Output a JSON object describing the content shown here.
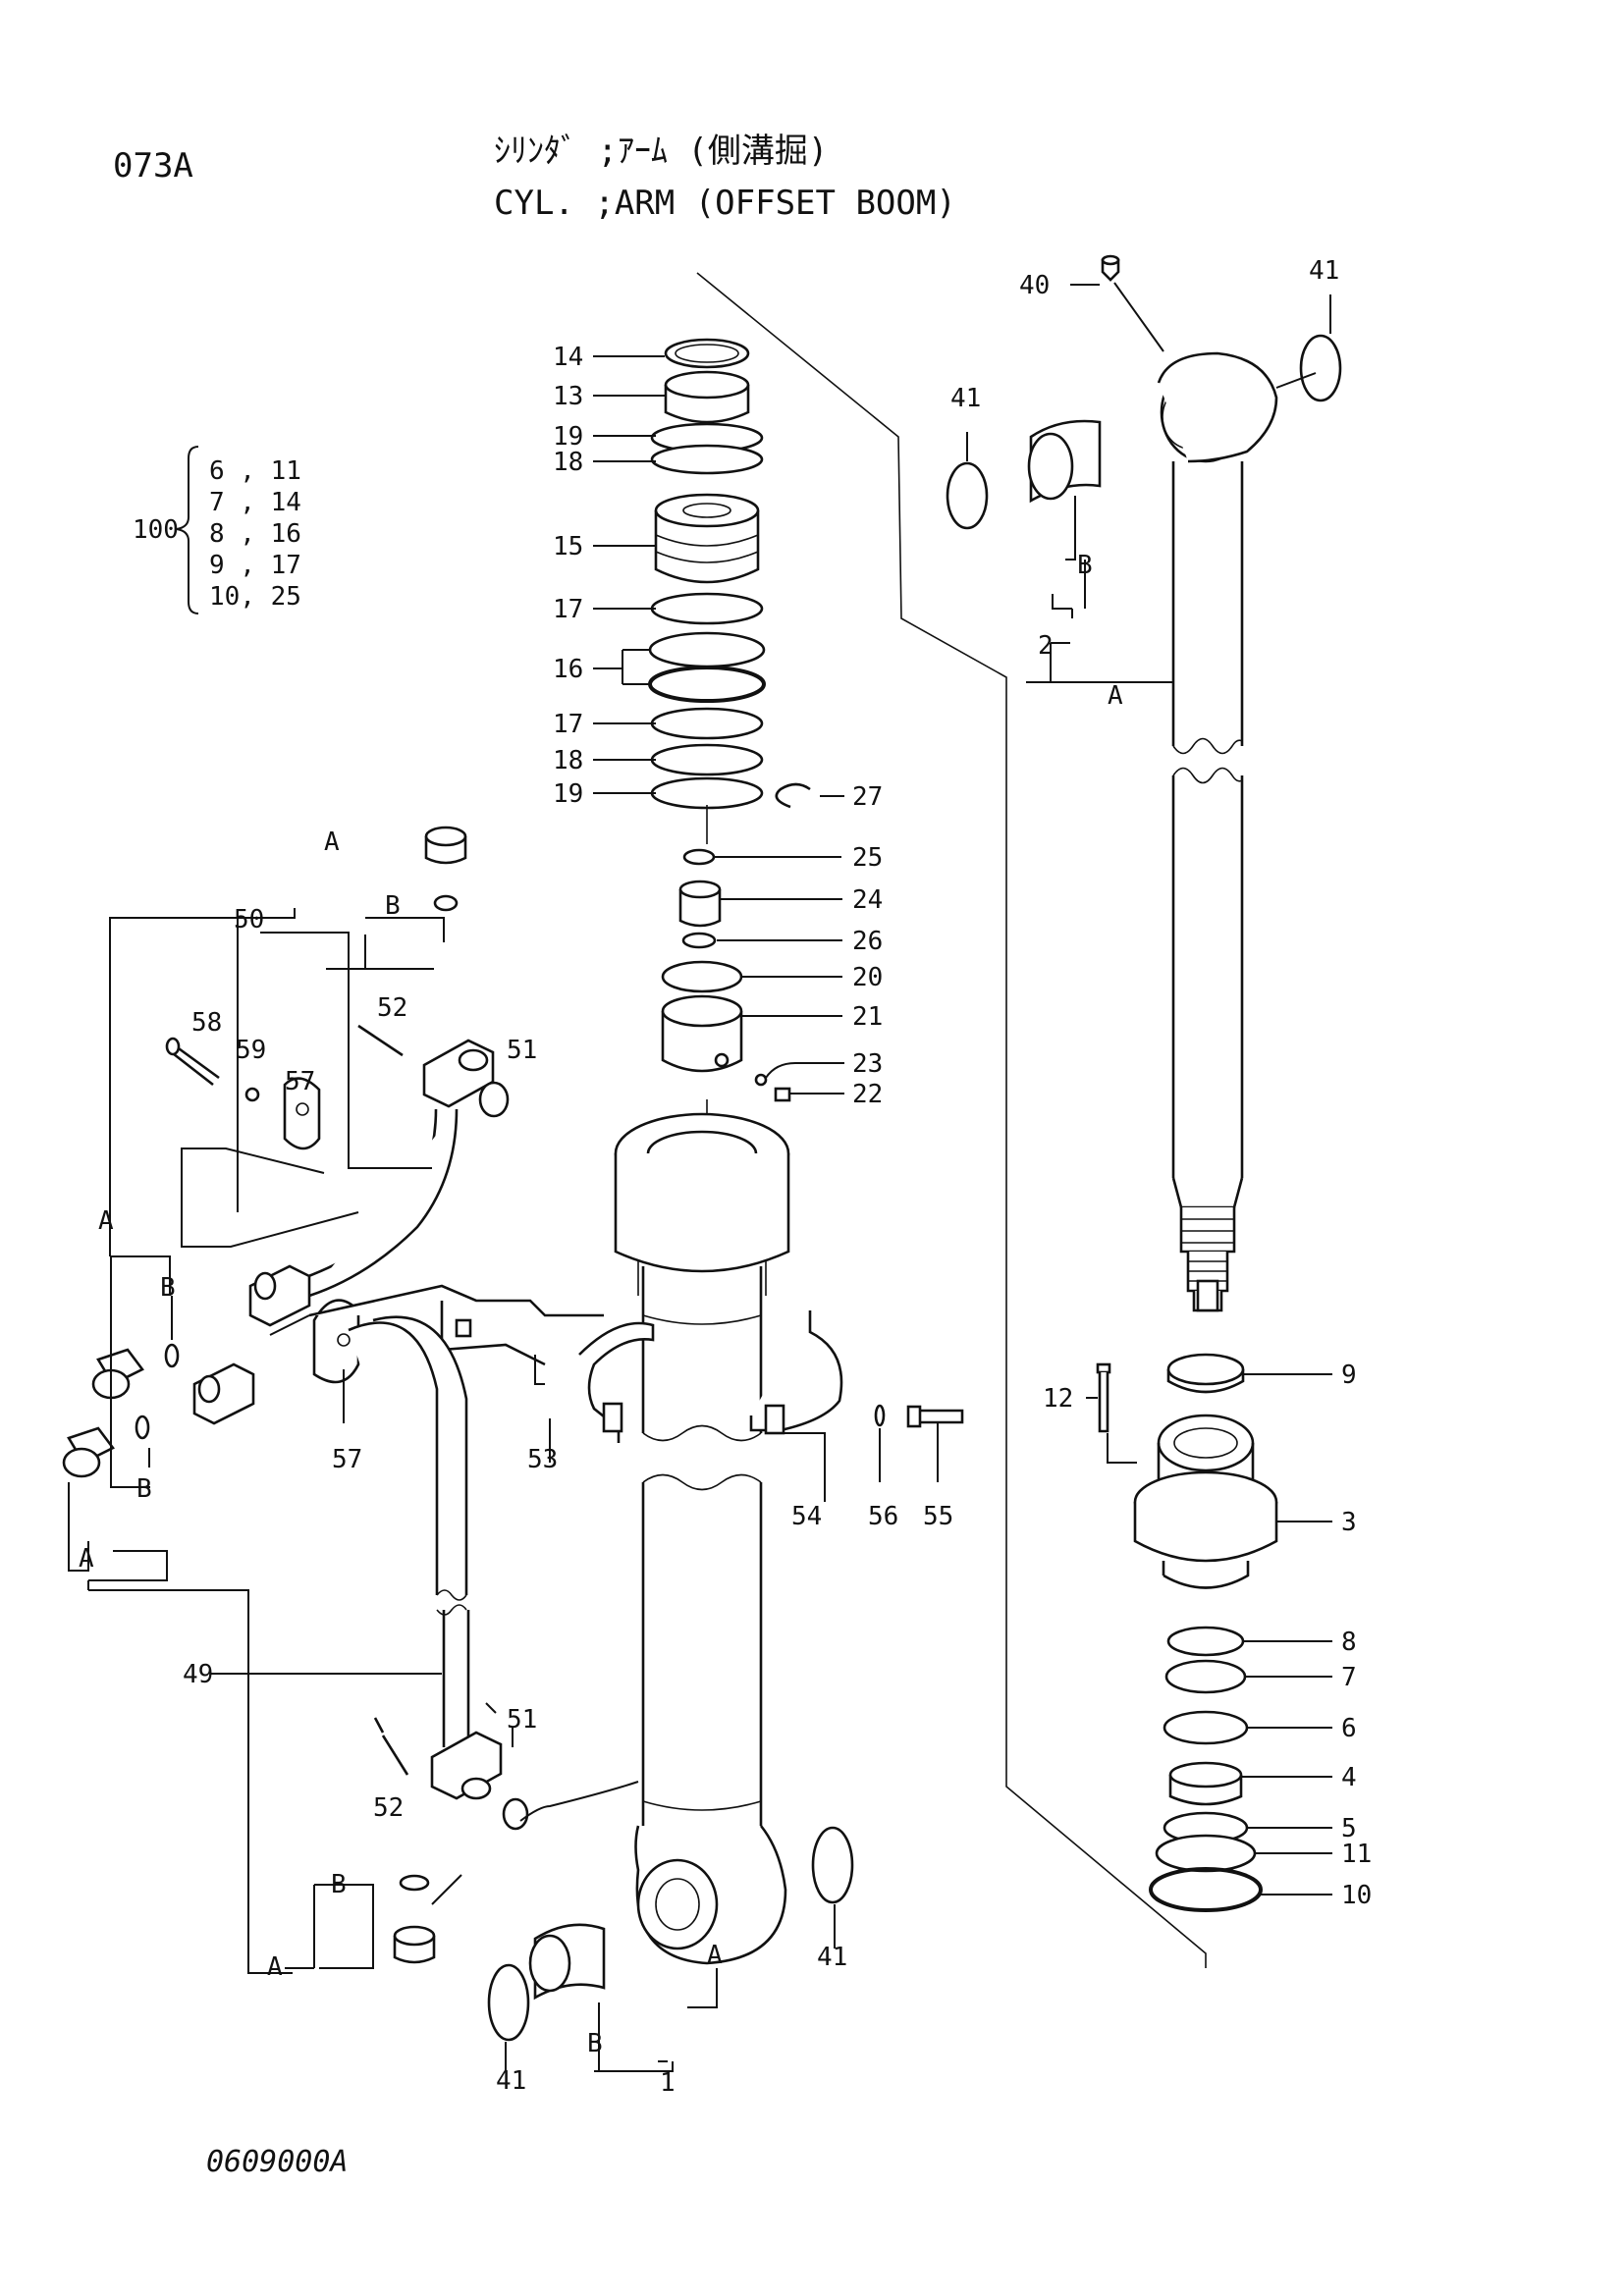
{
  "header": {
    "code": "073A",
    "title_jp": "ｼﾘﾝﾀﾞ ;ｱｰﾑ (側溝掘)",
    "title_en": "CYL. ;ARM (OFFSET BOOM)"
  },
  "footer": {
    "drawing_no": "0609000A"
  },
  "kit": {
    "number": "100",
    "rows": [
      "6 , 11",
      "7 , 14",
      "8 , 16",
      "9 , 17",
      "10, 25"
    ]
  },
  "callouts": {
    "c1": "1",
    "c2": "2",
    "c3": "3",
    "c4": "4",
    "c5": "5",
    "c6": "6",
    "c7": "7",
    "c8": "8",
    "c9": "9",
    "c10": "10",
    "c11": "11",
    "c12": "12",
    "c13": "13",
    "c14": "14",
    "c15": "15",
    "c16": "16",
    "c17a": "17",
    "c17b": "17",
    "c18a": "18",
    "c18b": "18",
    "c19a": "19",
    "c19b": "19",
    "c20": "20",
    "c21": "21",
    "c22": "22",
    "c23": "23",
    "c24": "24",
    "c25": "25",
    "c26": "26",
    "c27": "27",
    "c40": "40",
    "c41a": "41",
    "c41b": "41",
    "c41c": "41",
    "c41d": "41",
    "c49": "49",
    "c50": "50",
    "c51a": "51",
    "c51b": "51",
    "c52a": "52",
    "c52b": "52",
    "c53": "53",
    "c54": "54",
    "c55": "55",
    "c56": "56",
    "c57a": "57",
    "c57b": "57",
    "c58": "58",
    "c59": "59"
  },
  "letters": {
    "a": "A",
    "b": "B"
  }
}
